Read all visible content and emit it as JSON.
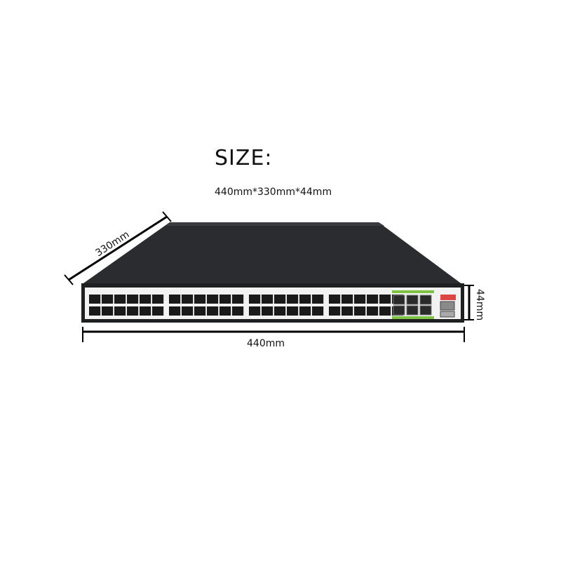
{
  "heading": {
    "title": "SIZE:",
    "subtitle": "440mm*330mm*44mm"
  },
  "dimensions": {
    "depth": "330mm",
    "width": "440mm",
    "height": "44mm"
  },
  "device": {
    "rj45_ports": 48,
    "sfp_ports": 6,
    "body_color": "#2b2c2f",
    "front_panel_color": "#f2f2f2",
    "accent_green": "#7dc243"
  }
}
